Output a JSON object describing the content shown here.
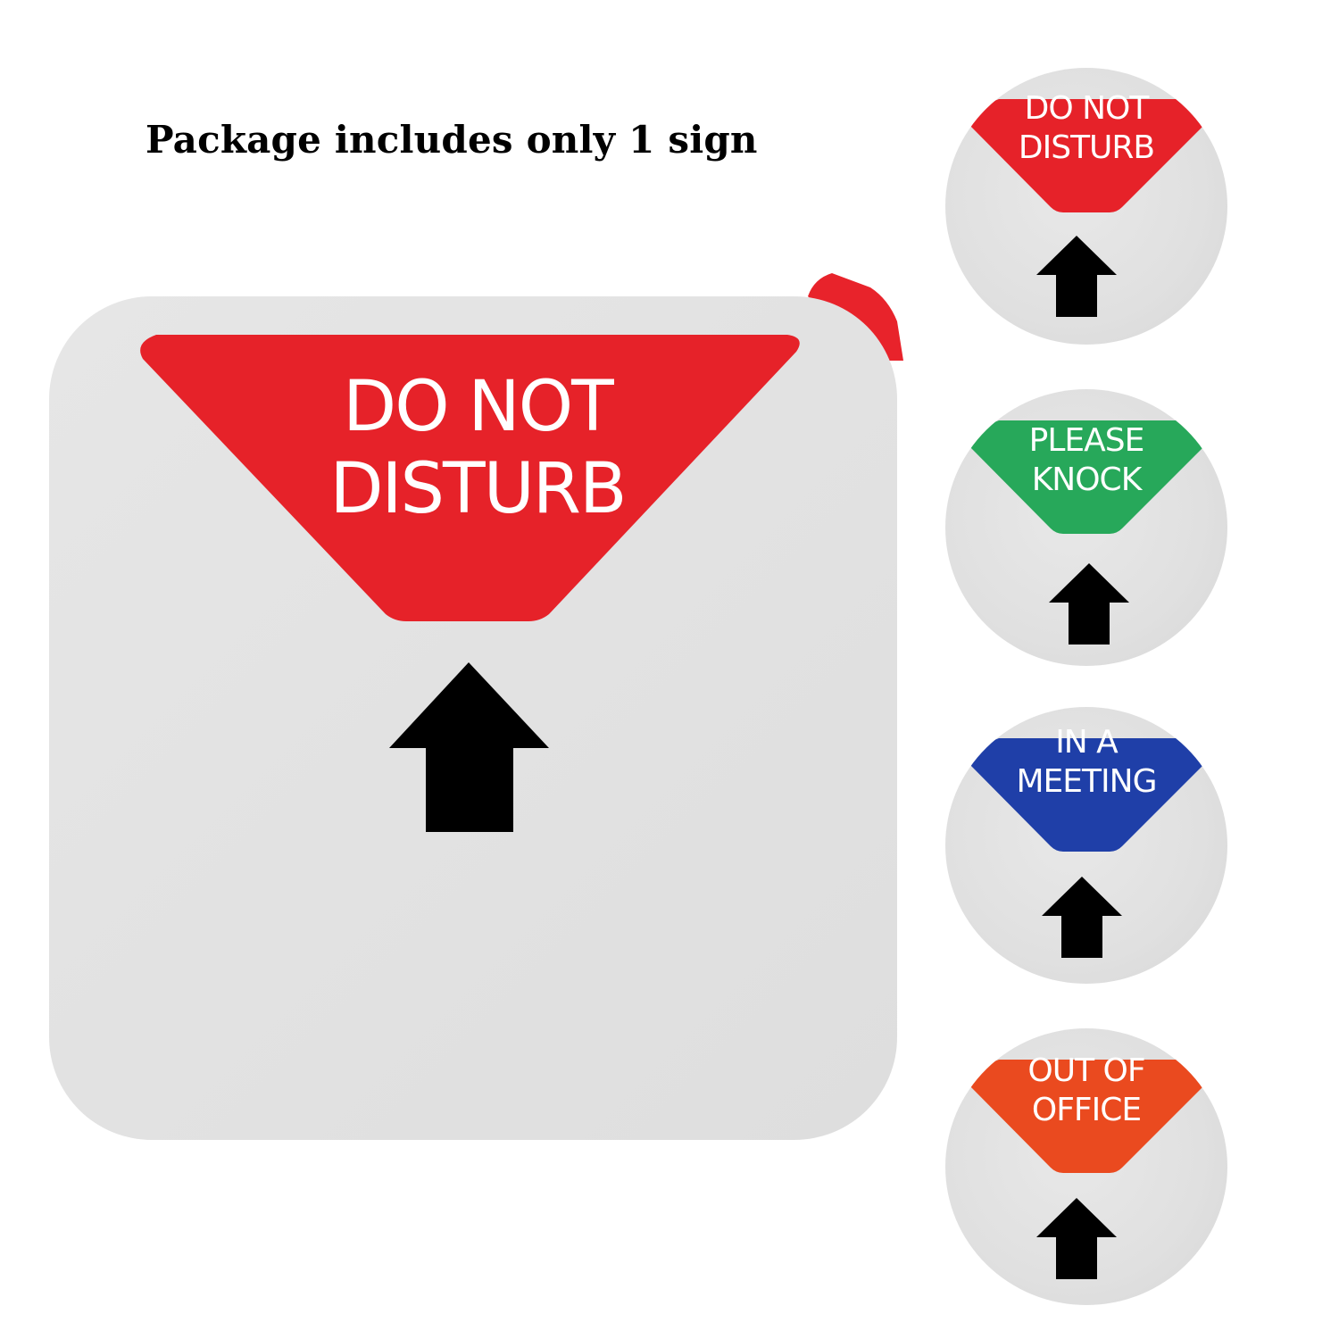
{
  "caption": "Package includes only 1 sign",
  "main_sign": {
    "line1": "DO NOT",
    "line2": "DISTURB",
    "color": "#e62229",
    "tab_color": "#e8232b"
  },
  "options": [
    {
      "line1": "DO NOT",
      "line2": "DISTURB",
      "color": "#e62229"
    },
    {
      "line1": "PLEASE",
      "line2": "KNOCK",
      "color": "#27a85a"
    },
    {
      "line1": "IN A",
      "line2": "MEETING",
      "color": "#1f3fa8"
    },
    {
      "line1": "OUT OF",
      "line2": "OFFICE",
      "color": "#ea4a1f"
    }
  ]
}
